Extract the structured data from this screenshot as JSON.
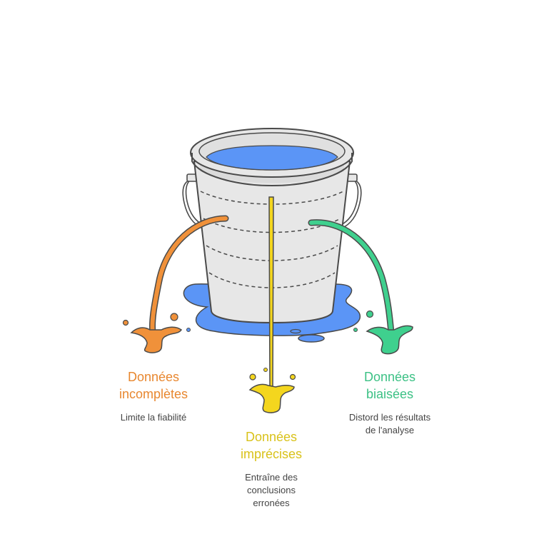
{
  "colors": {
    "orange": "#F0913A",
    "yellow": "#F4D61E",
    "green": "#3FD08E",
    "water": "#5B95F6",
    "bucket": "#E7E7E7",
    "outline": "#4A4A4A"
  },
  "items": [
    {
      "title_line1": "Données",
      "title_line2": "incomplètes",
      "desc_lines": [
        "Limite la fiabilité"
      ],
      "color": "#E8872F",
      "icon": "orange-splash-icon"
    },
    {
      "title_line1": "Données",
      "title_line2": "imprécises",
      "desc_lines": [
        "Entraîne des",
        "conclusions",
        "erronées"
      ],
      "color": "#D9C21A",
      "icon": "yellow-splash-icon"
    },
    {
      "title_line1": "Données",
      "title_line2": "biaisées",
      "desc_lines": [
        "Distord les résultats",
        "de l'analyse"
      ],
      "color": "#3CC185",
      "icon": "green-splash-icon"
    }
  ]
}
